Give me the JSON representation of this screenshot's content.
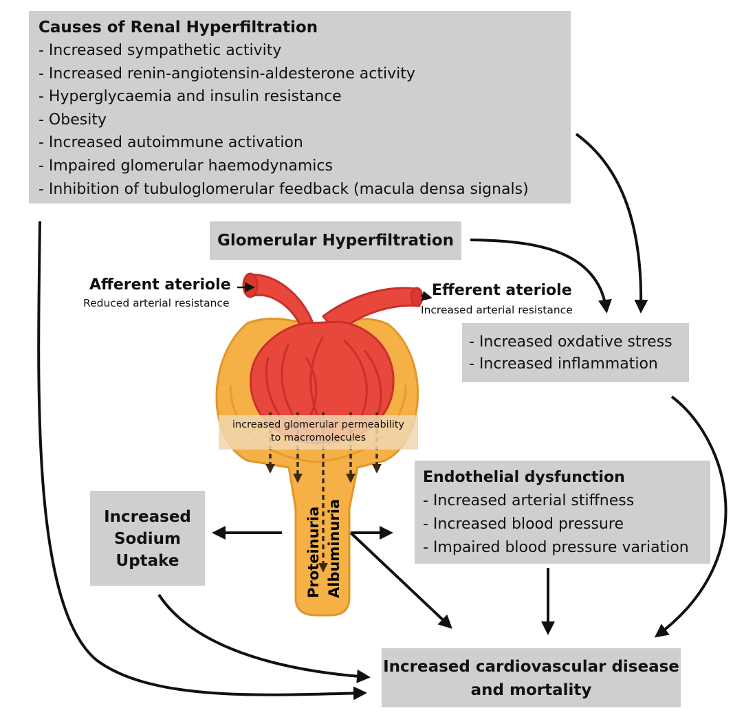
{
  "causes": {
    "title": "Causes of Renal Hyperfiltration",
    "items": [
      "- Increased sympathetic activity",
      "- Increased renin-angiotensin-aldesterone activity",
      "- Hyperglycaemia and insulin resistance",
      "- Obesity",
      "- Increased autoimmune activation",
      "- Impaired glomerular haemodynamics",
      "- Inhibition of tubuloglomerular feedback (macula densa signals)"
    ]
  },
  "glomerular": {
    "label": "Glomerular Hyperfiltration"
  },
  "afferent": {
    "title": "Afferent ateriole",
    "subtitle": "Reduced arterial resistance"
  },
  "efferent": {
    "title": "Efferent ateriole",
    "subtitle": "Increased arterial resistance"
  },
  "stress": {
    "items": [
      "- Increased oxdative stress",
      "- Increased inflammation"
    ]
  },
  "permeability": {
    "line1": "increased glomerular permeability",
    "line2": "to macromolecules"
  },
  "tubule": {
    "label1": "Proteinuria",
    "label2": "Albuminuria"
  },
  "endothelial": {
    "title": "Endothelial dysfunction",
    "items": [
      "- Increased arterial stiffness",
      "- Increased blood pressure",
      "- Impaired blood pressure variation"
    ]
  },
  "sodium": {
    "line1": "Increased",
    "line2": "Sodium",
    "line3": "Uptake"
  },
  "outcome": {
    "line1": "Increased cardiovascular disease",
    "line2": "and mortality"
  },
  "colors": {
    "box": "#cfcfcf",
    "capsule": "#f0a83a",
    "vessel": "#e8473c",
    "arrow": "#111111"
  }
}
